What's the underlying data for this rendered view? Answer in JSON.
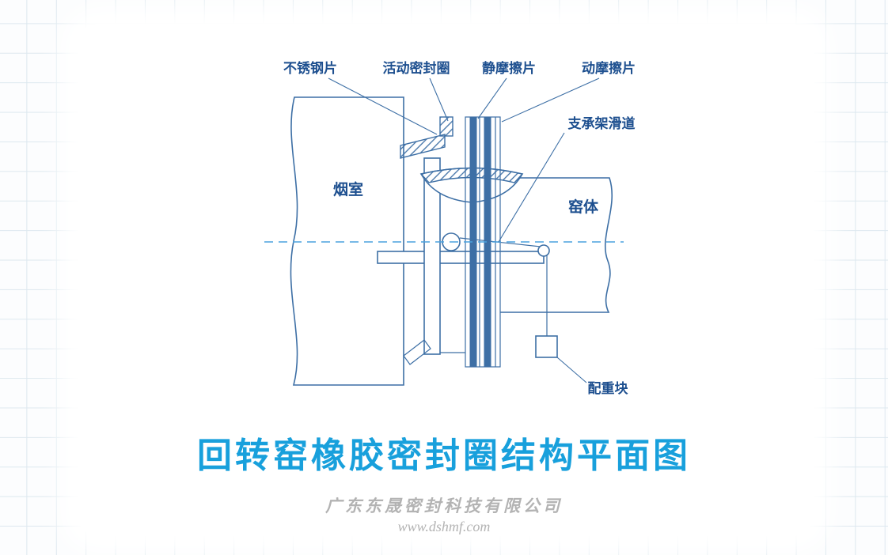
{
  "title": "回转窑橡胶密封圈结构平面图",
  "watermark": {
    "company": "广东东晟密封科技有限公司",
    "website": "www.dshmf.com"
  },
  "diagram": {
    "labels": {
      "stainless_steel_sheet": "不锈钢片",
      "movable_seal_ring": "活动密封圈",
      "static_friction_plate": "静摩擦片",
      "dynamic_friction_plate": "动摩擦片",
      "support_frame_slideway": "支承架滑道",
      "smoke_chamber": "烟室",
      "kiln_body": "窑体",
      "counterweight_block": "配重块"
    }
  },
  "colors": {
    "line": "#3d6fa5",
    "label": "#1d4f8f",
    "centerline": "#4aa2de",
    "title": "#18a0dc",
    "watermark": "#b3b3b3",
    "grid": "#dde8ef",
    "paper": "#ffffff"
  }
}
